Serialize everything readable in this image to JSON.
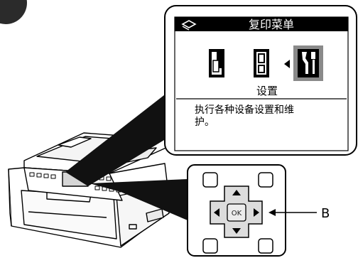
{
  "lcd": {
    "title": "复印菜单",
    "selected_label": "设置",
    "description_line1": "执行各种设备设置和维",
    "description_line2": "护。",
    "icons": [
      "copy-icon",
      "layout-copy-icon",
      "tools-icon"
    ]
  },
  "control_pad": {
    "ok_label": "OK",
    "callout_label": "B"
  }
}
